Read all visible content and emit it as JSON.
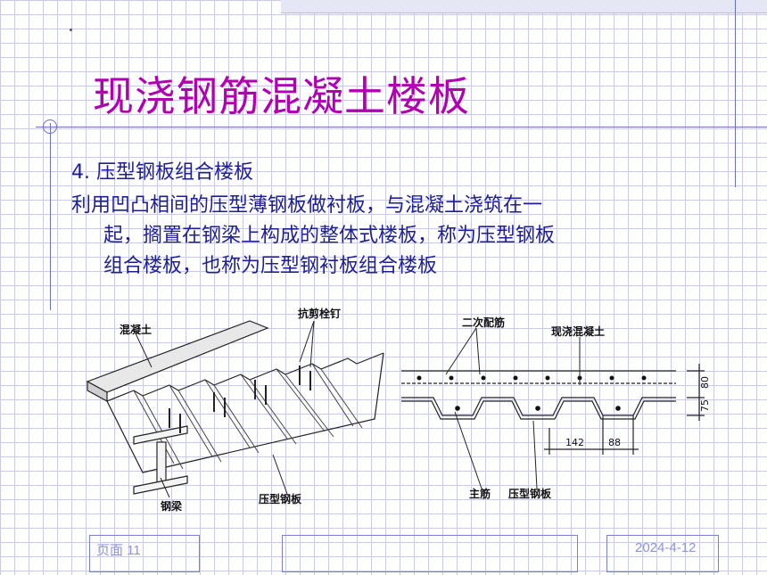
{
  "slide": {
    "title": "现浇钢筋混凝土楼板",
    "heading": "4. 压型钢板组合楼板",
    "paragraph": {
      "line1": "利用凹凸相间的压型薄钢板做衬板，与混凝土浇筑在一",
      "line2": "起，搁置在钢梁上构成的整体式楼板，称为压型钢板",
      "line3": "组合楼板，也称为压型钢衬板组合楼板"
    }
  },
  "figure": {
    "left_labels": {
      "concrete": "混凝土",
      "shear_stud": "抗剪栓钉",
      "steel_beam": "钢梁",
      "steel_deck": "压型钢板"
    },
    "right_labels": {
      "secondary_rebar": "二次配筋",
      "cast_concrete": "现浇混凝土",
      "main_rebar": "主筋",
      "steel_deck": "压型钢板",
      "dim_80": "80",
      "dim_75": "75",
      "dim_142": "142",
      "dim_88": "88"
    }
  },
  "footer": {
    "page_label": "页面 11",
    "date": "2024-4-12"
  },
  "colors": {
    "title": "#b000b0",
    "body_text": "#1e1e96",
    "footer_text": "#8f93d8",
    "grid": "#c9cbe6"
  }
}
